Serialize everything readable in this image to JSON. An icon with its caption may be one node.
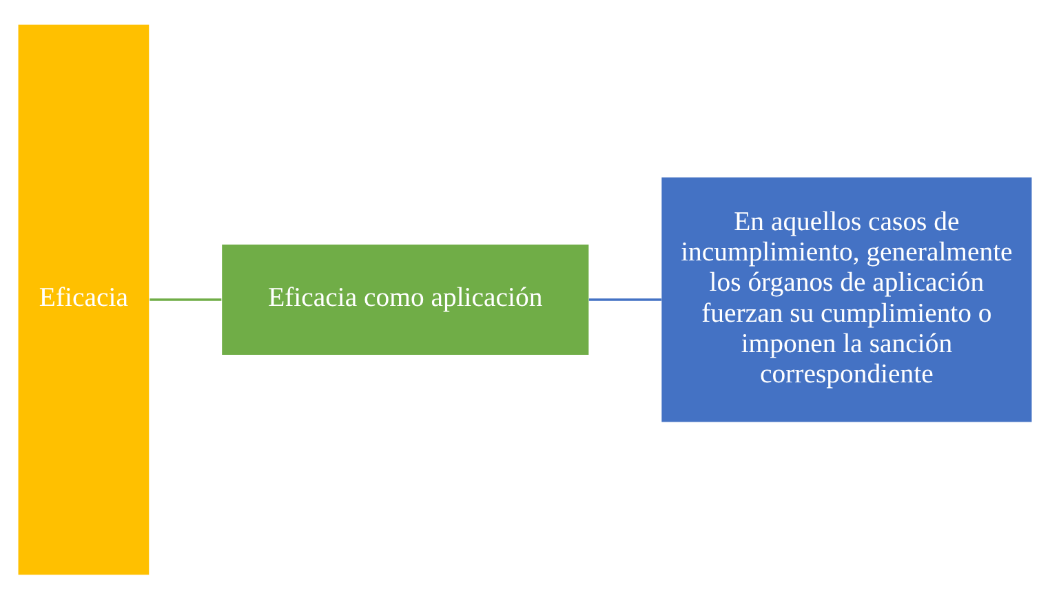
{
  "diagram": {
    "nodes": [
      {
        "text": [
          "Eficacia"
        ]
      },
      {
        "text": [
          "Eficacia como aplicación"
        ]
      },
      {
        "text": [
          "En aquellos casos de incumplimiento, generalmente los órganos de aplicación fuerzan su cumplimiento o imponen la sanción correspondiente"
        ]
      }
    ],
    "edges": [
      {
        "from": 0,
        "to": 1,
        "arrow": "none",
        "color": "#70ad47"
      },
      {
        "from": 1,
        "to": 2,
        "arrow": "none",
        "color": "#4472c4"
      }
    ]
  }
}
